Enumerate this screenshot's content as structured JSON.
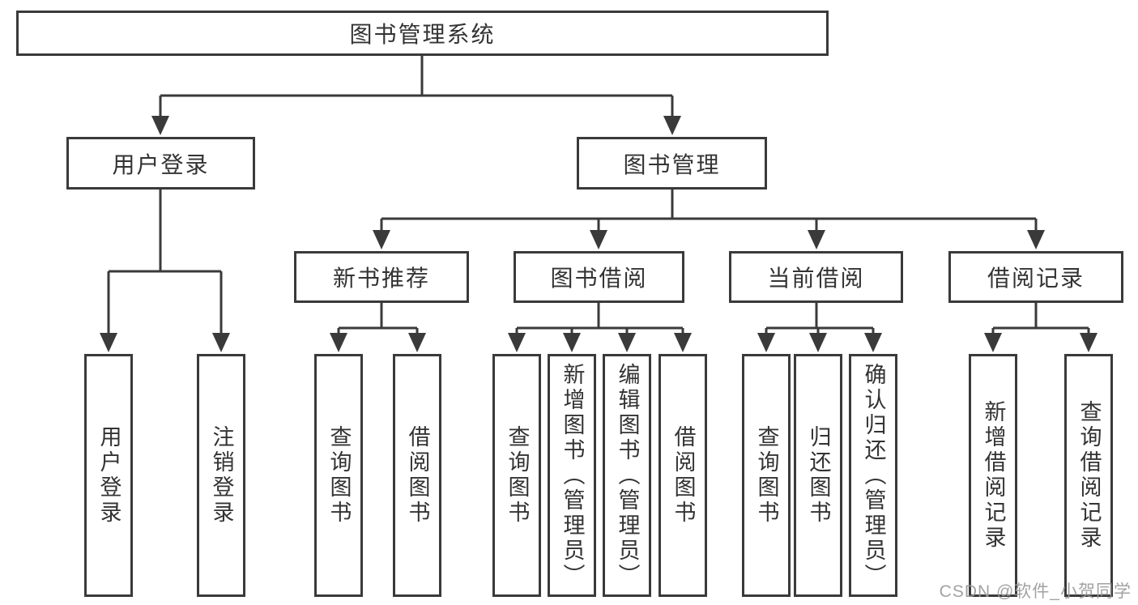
{
  "diagram": {
    "root": {
      "label": "图书管理系统"
    },
    "branches": [
      {
        "label": "用户登录",
        "children": [
          {
            "label": "用户登录"
          },
          {
            "label": "注销登录"
          }
        ]
      },
      {
        "label": "图书管理",
        "children": [
          {
            "label": "新书推荐",
            "children": [
              {
                "label": "查询图书"
              },
              {
                "label": "借阅图书"
              }
            ]
          },
          {
            "label": "图书借阅",
            "children": [
              {
                "label": "查询图书"
              },
              {
                "label": "新增图书（管理员）"
              },
              {
                "label": "编辑图书（管理员）"
              },
              {
                "label": "借阅图书"
              }
            ]
          },
          {
            "label": "当前借阅",
            "children": [
              {
                "label": "查询图书"
              },
              {
                "label": "归还图书"
              },
              {
                "label": "确认归还（管理员）"
              }
            ]
          },
          {
            "label": "借阅记录",
            "children": [
              {
                "label": "新增借阅记录"
              },
              {
                "label": "查询借阅记录"
              }
            ]
          }
        ]
      }
    ],
    "watermark": "CSDN @软件_小贺同学",
    "colors": {
      "line": "#3a3a3a",
      "text": "#333333",
      "watermark": "#9b9b9b",
      "background": "#ffffff"
    }
  }
}
